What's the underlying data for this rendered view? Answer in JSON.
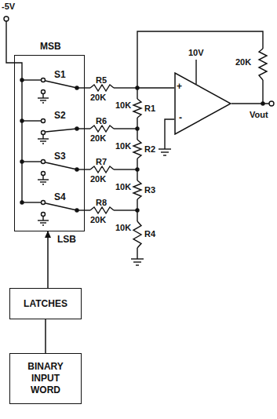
{
  "diagram": {
    "nodes": [
      {
        "text": [
          "MSB",
          "S1",
          "S2",
          "S3",
          "S4",
          "LSB"
        ]
      },
      {
        "text": [
          "+",
          "-"
        ]
      },
      {
        "text": [
          "LATCHES"
        ]
      },
      {
        "text": [
          "BINARY INPUT WORD"
        ]
      }
    ],
    "edges": [
      {
        "from": 2,
        "to": 0,
        "arrow": "to"
      },
      {
        "from": 3,
        "to": 2,
        "arrow": "none"
      }
    ],
    "labels": [
      "-5V",
      "R5",
      "20K",
      "R6",
      "20K",
      "R7",
      "20K",
      "R8",
      "20K",
      "10K",
      "R1",
      "10K",
      "R2",
      "10K",
      "R3",
      "10K",
      "R4",
      "10V",
      "20K",
      "Vout"
    ]
  }
}
